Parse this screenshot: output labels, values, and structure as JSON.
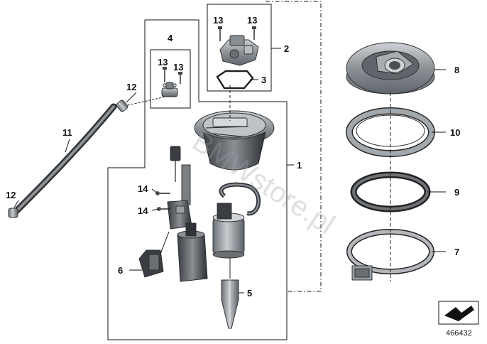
{
  "diagram": {
    "callouts": {
      "c1": "1",
      "c2": "2",
      "c3": "3",
      "c4": "4",
      "c5": "5",
      "c6": "6",
      "c7": "7",
      "c8": "8",
      "c9": "9",
      "c10": "10",
      "c11": "11",
      "c12a": "12",
      "c12b": "12",
      "c13a": "13",
      "c13b": "13",
      "c13c": "13",
      "c13d": "13",
      "c14a": "14",
      "c14b": "14"
    },
    "watermark": "BMWstore.pl",
    "reference_number": "466432",
    "colors": {
      "line": "#111111",
      "metal": "#8c9196",
      "metal_dark": "#5f656b",
      "rubber": "#2f3236",
      "housing": "#a9adb2"
    }
  }
}
